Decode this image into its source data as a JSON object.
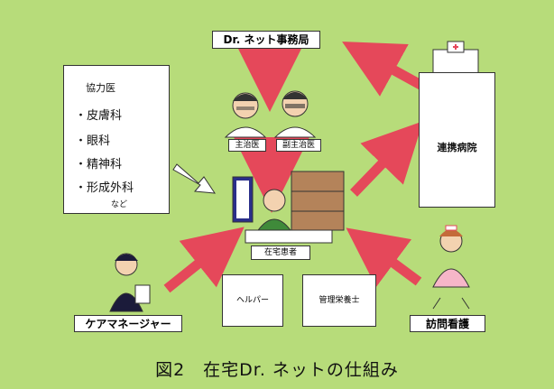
{
  "office": {
    "label": "Dr. ネット事務局"
  },
  "doctors": {
    "main_label": "主治医",
    "sub_label": "副主治医"
  },
  "cooperating": {
    "title": "協力医",
    "items": [
      "・皮膚科",
      "・眼科",
      "・精神科",
      "・形成外科"
    ],
    "etc": "など"
  },
  "hospital": {
    "label": "連携病院"
  },
  "patient": {
    "label": "在宅患者"
  },
  "helpers": {
    "helper_label": "ヘルパー",
    "nutrition_label": "管理栄養士"
  },
  "care_manager": {
    "label": "ケアマネージャー"
  },
  "nursing": {
    "label": "訪問看護"
  },
  "caption": "図2　在宅Dr. ネットの仕組み",
  "colors": {
    "background": "#b7dc7a",
    "arrow": "#e5485a"
  }
}
